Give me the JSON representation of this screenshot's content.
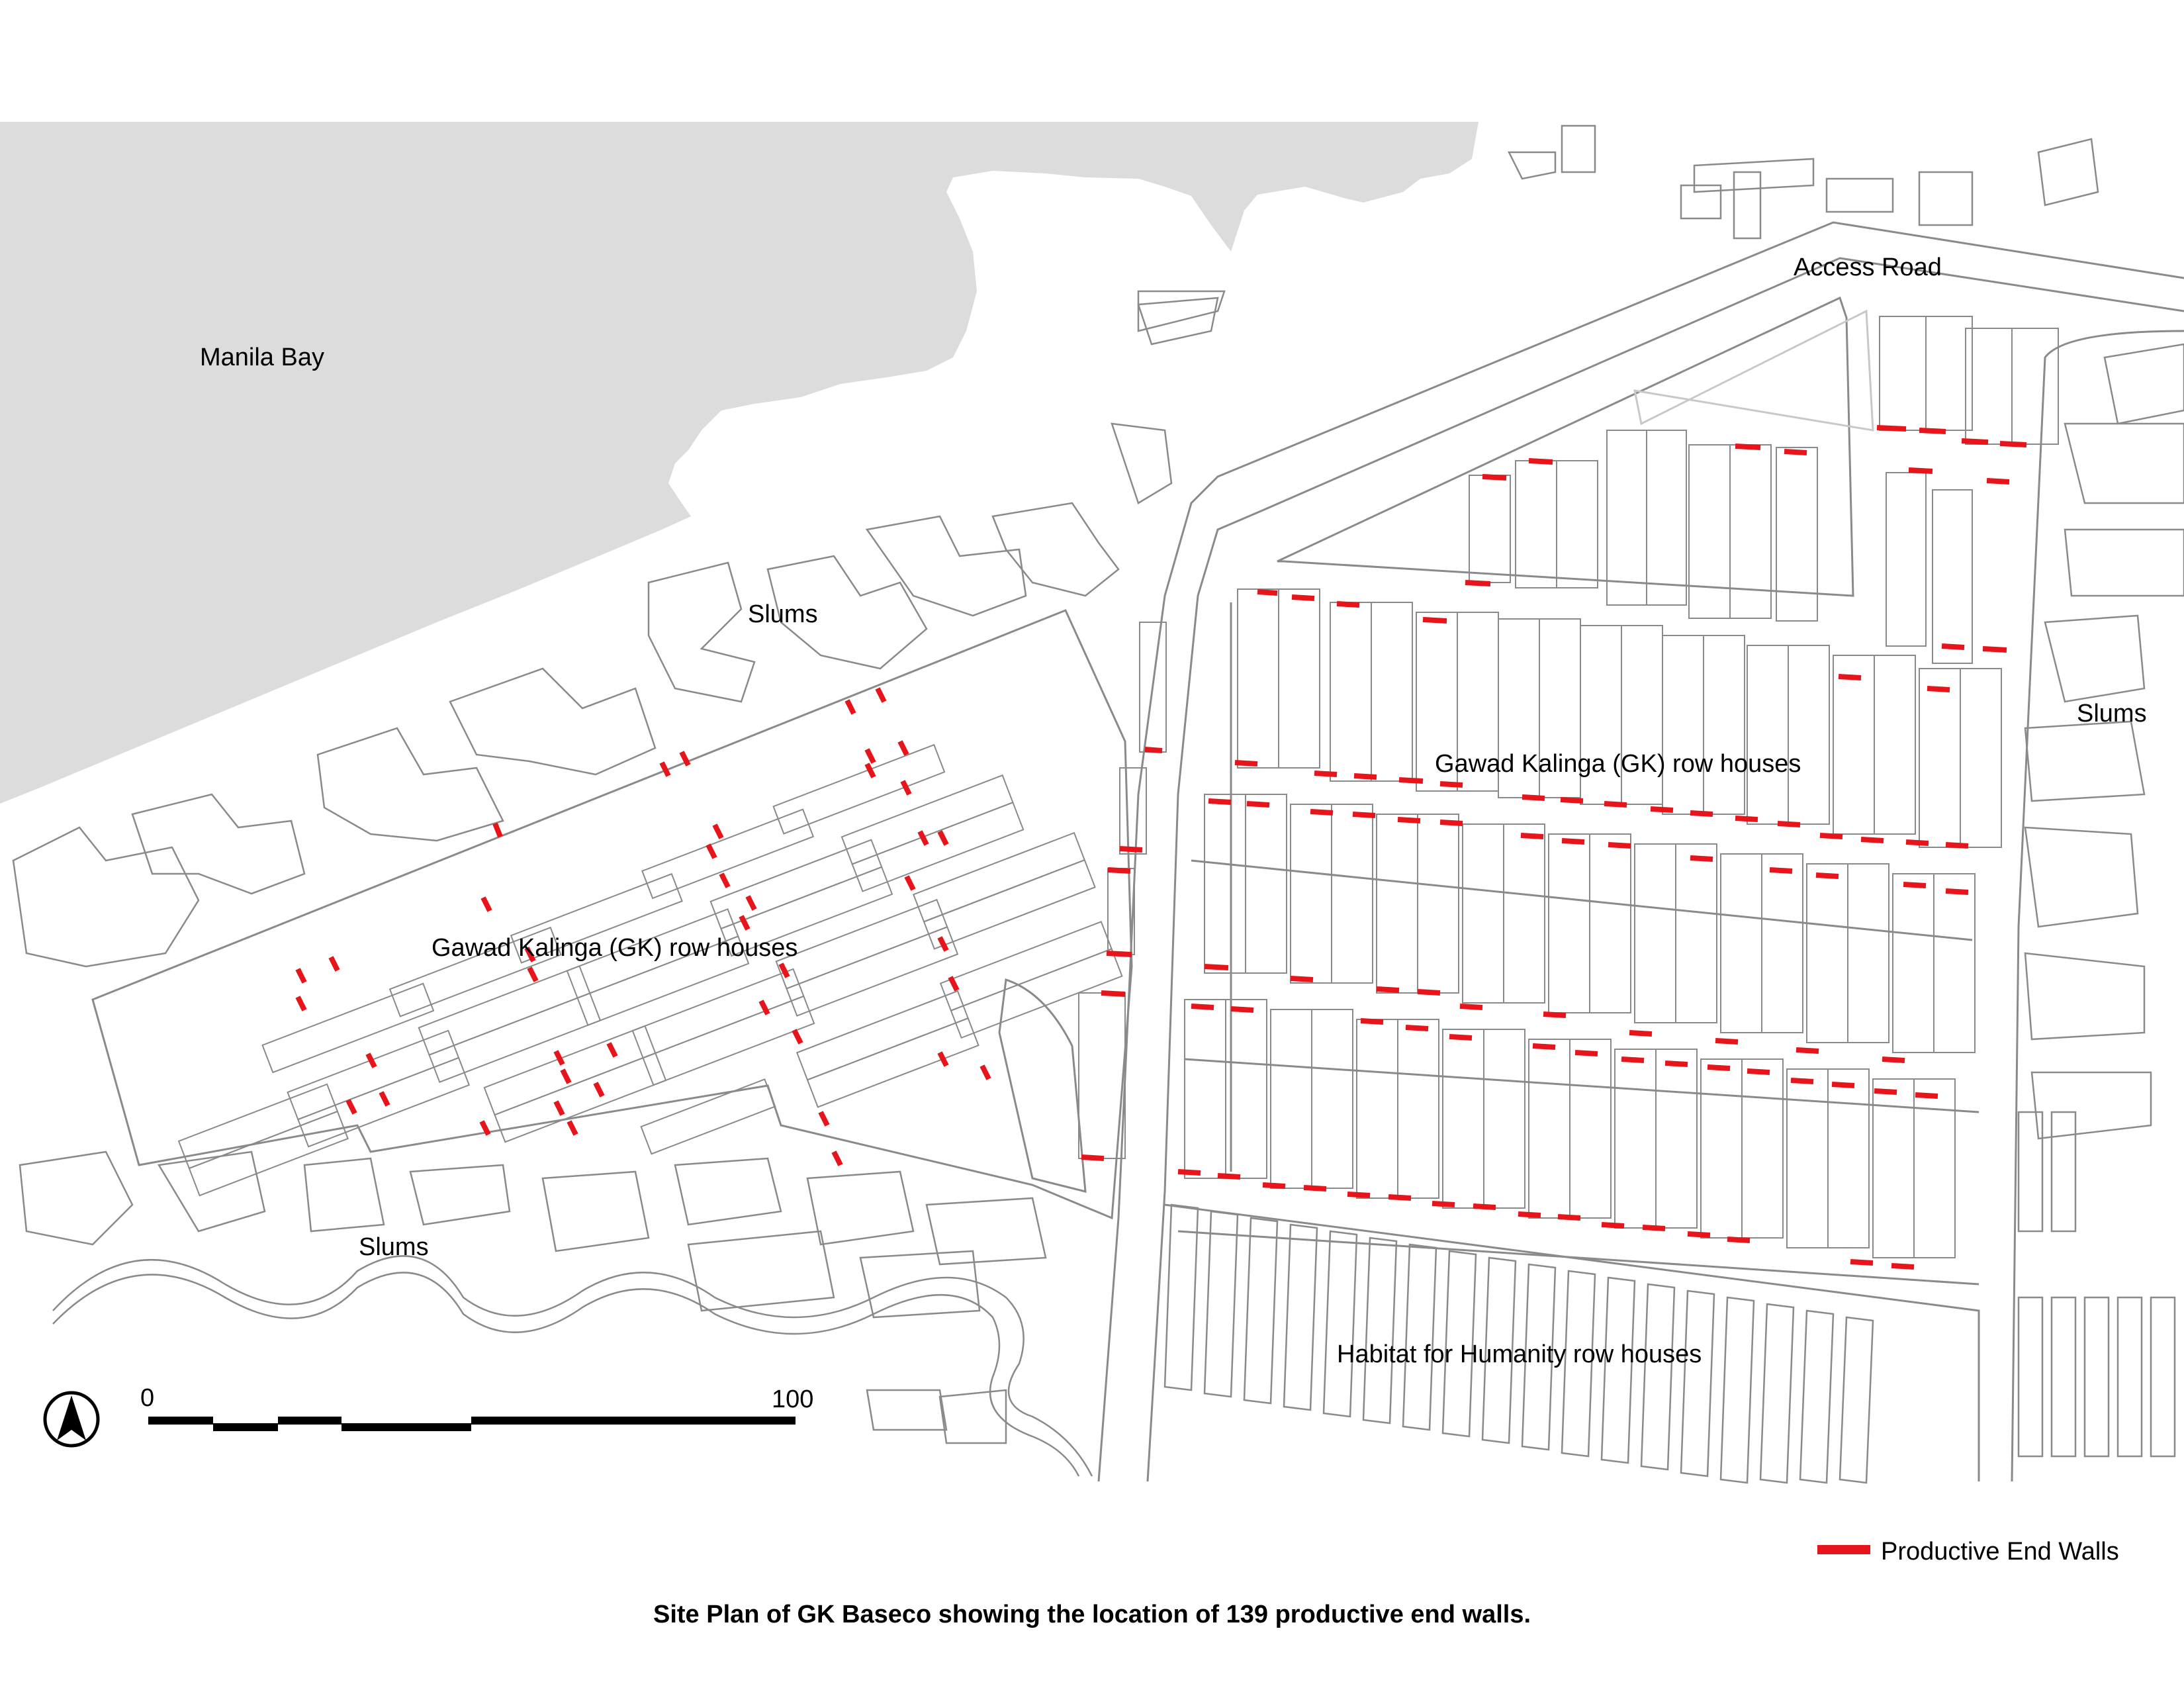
{
  "labels": {
    "bay": "Manila Bay",
    "access_road": "Access Road",
    "slums": "Slums",
    "gk_row_houses": "Gawad Kalinga (GK) row houses",
    "habitat_row_houses": "Habitat for Humanity row houses"
  },
  "scale_bar": {
    "start": "0",
    "end": "100"
  },
  "legend": {
    "label": "Productive End Walls",
    "color": "#e8141b"
  },
  "caption": "Site Plan of GK Baseco showing the location of 139 productive end walls.",
  "colors": {
    "water": "#dcdcdc",
    "outline": "#8a8a8a",
    "end_wall": "#e8141b"
  },
  "north_arrow": {
    "icon": "north-arrow-icon"
  }
}
